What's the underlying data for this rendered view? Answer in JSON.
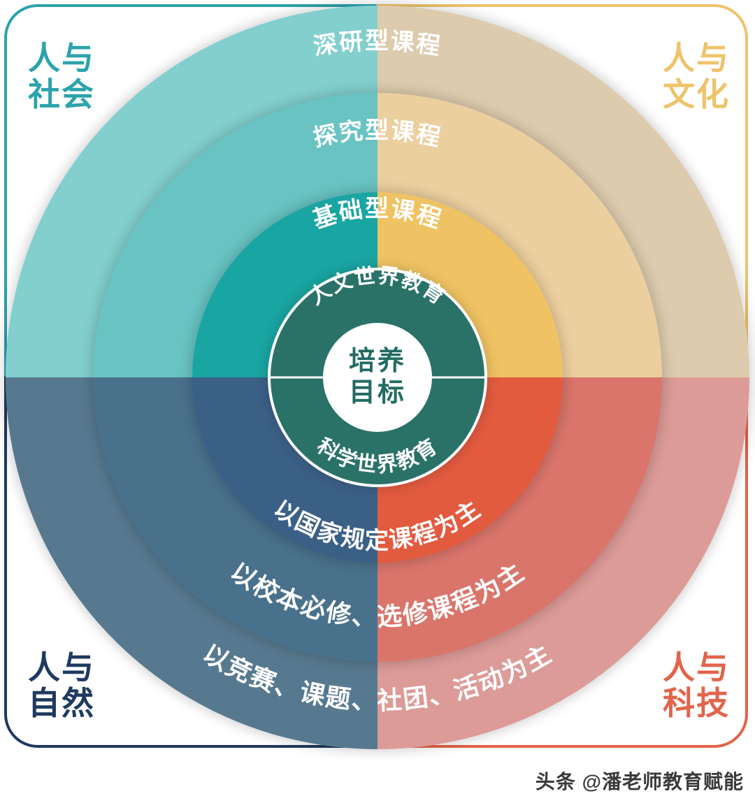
{
  "diagram": {
    "center": {
      "hub_label": "培养\n目标",
      "hub_text_color": "#236b63",
      "core_top_label": "人文世界教育",
      "core_bottom_label": "科学世界教育",
      "core_color": "#2a7268"
    },
    "quadrants": [
      {
        "id": "top-left",
        "title": "人与\n社会",
        "title_color": "#2ba3ab",
        "ring_colors": [
          "#82cfce",
          "#68c3c2",
          "#19a5a2"
        ]
      },
      {
        "id": "top-right",
        "title": "人与\n文化",
        "title_color": "#eec36a",
        "ring_colors": [
          "#ddcbad",
          "#eccf9f",
          "#efc263"
        ]
      },
      {
        "id": "bottom-left",
        "title": "人与\n自然",
        "title_color": "#1f3a5f",
        "ring_colors": [
          "#57798f",
          "#49718c",
          "#3b6086"
        ]
      },
      {
        "id": "bottom-right",
        "title": "人与\n科技",
        "title_color": "#e2644a",
        "ring_colors": [
          "#dc9b97",
          "#d9756b",
          "#e25b3f"
        ]
      }
    ],
    "ring_labels_top": [
      {
        "id": "outer",
        "text": "深研型课程"
      },
      {
        "id": "middle",
        "text": "探究型课程"
      },
      {
        "id": "inner",
        "text": "基础型课程"
      }
    ],
    "ring_labels_bottom": [
      {
        "id": "inner",
        "text": "以国家规定课程为主"
      },
      {
        "id": "middle",
        "text": "以校本必修、选修课程为主"
      },
      {
        "id": "outer",
        "text": "以竞赛、课题、社团、活动为主"
      }
    ]
  },
  "watermark": {
    "text": "头条 @潘老师教育赋能"
  }
}
